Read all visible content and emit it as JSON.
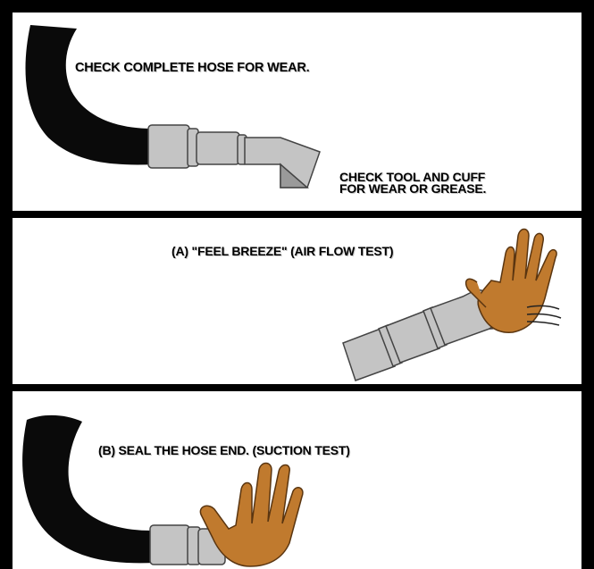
{
  "panels": [
    {
      "captions": [
        "CHECK COMPLETE HOSE FOR WEAR.",
        "CHECK TOOL AND CUFF\nFOR WEAR OR GREASE."
      ]
    },
    {
      "captions": [
        "(A) \"FEEL BREEZE\" (AIR FLOW TEST)"
      ]
    },
    {
      "captions": [
        "(B) SEAL THE HOSE END. (SUCTION TEST)"
      ]
    }
  ],
  "colors": {
    "frame": "#000000",
    "hose": "#0a0a0a",
    "cuff": "#c4c4c4",
    "glove": "#c07a2e"
  },
  "icons": [
    "vacuum-hose-icon",
    "cuff-tool-icon",
    "glove-hand-icon",
    "airflow-lines-icon"
  ]
}
